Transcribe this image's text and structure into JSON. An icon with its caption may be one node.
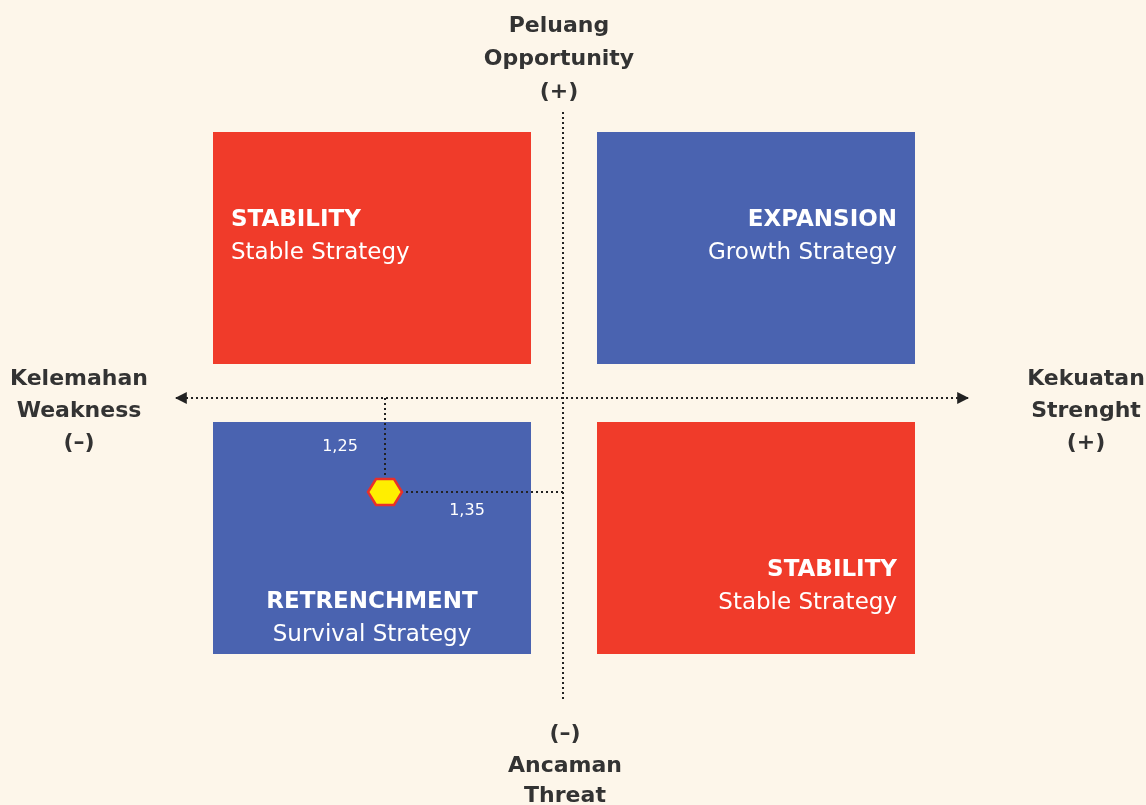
{
  "diagram": {
    "nodes": [
      {
        "text": [
          "STABILITY",
          "Stable Strategy"
        ]
      },
      {
        "text": [
          "EXPANSION",
          "Growth Strategy"
        ]
      },
      {
        "text": [
          "RETRENCHMENT",
          "Survival Strategy"
        ]
      },
      {
        "text": [
          "STABILITY",
          "Stable Strategy"
        ]
      }
    ],
    "edges": [],
    "labels": [
      "Peluang",
      "Opportunity",
      "(+)",
      "Kelemahan",
      "Weakness",
      "(–)",
      "Kekuatan",
      "Strenght",
      "(+)",
      "1,25",
      "1,35",
      "(–)",
      "Ancaman",
      "Threat"
    ]
  }
}
